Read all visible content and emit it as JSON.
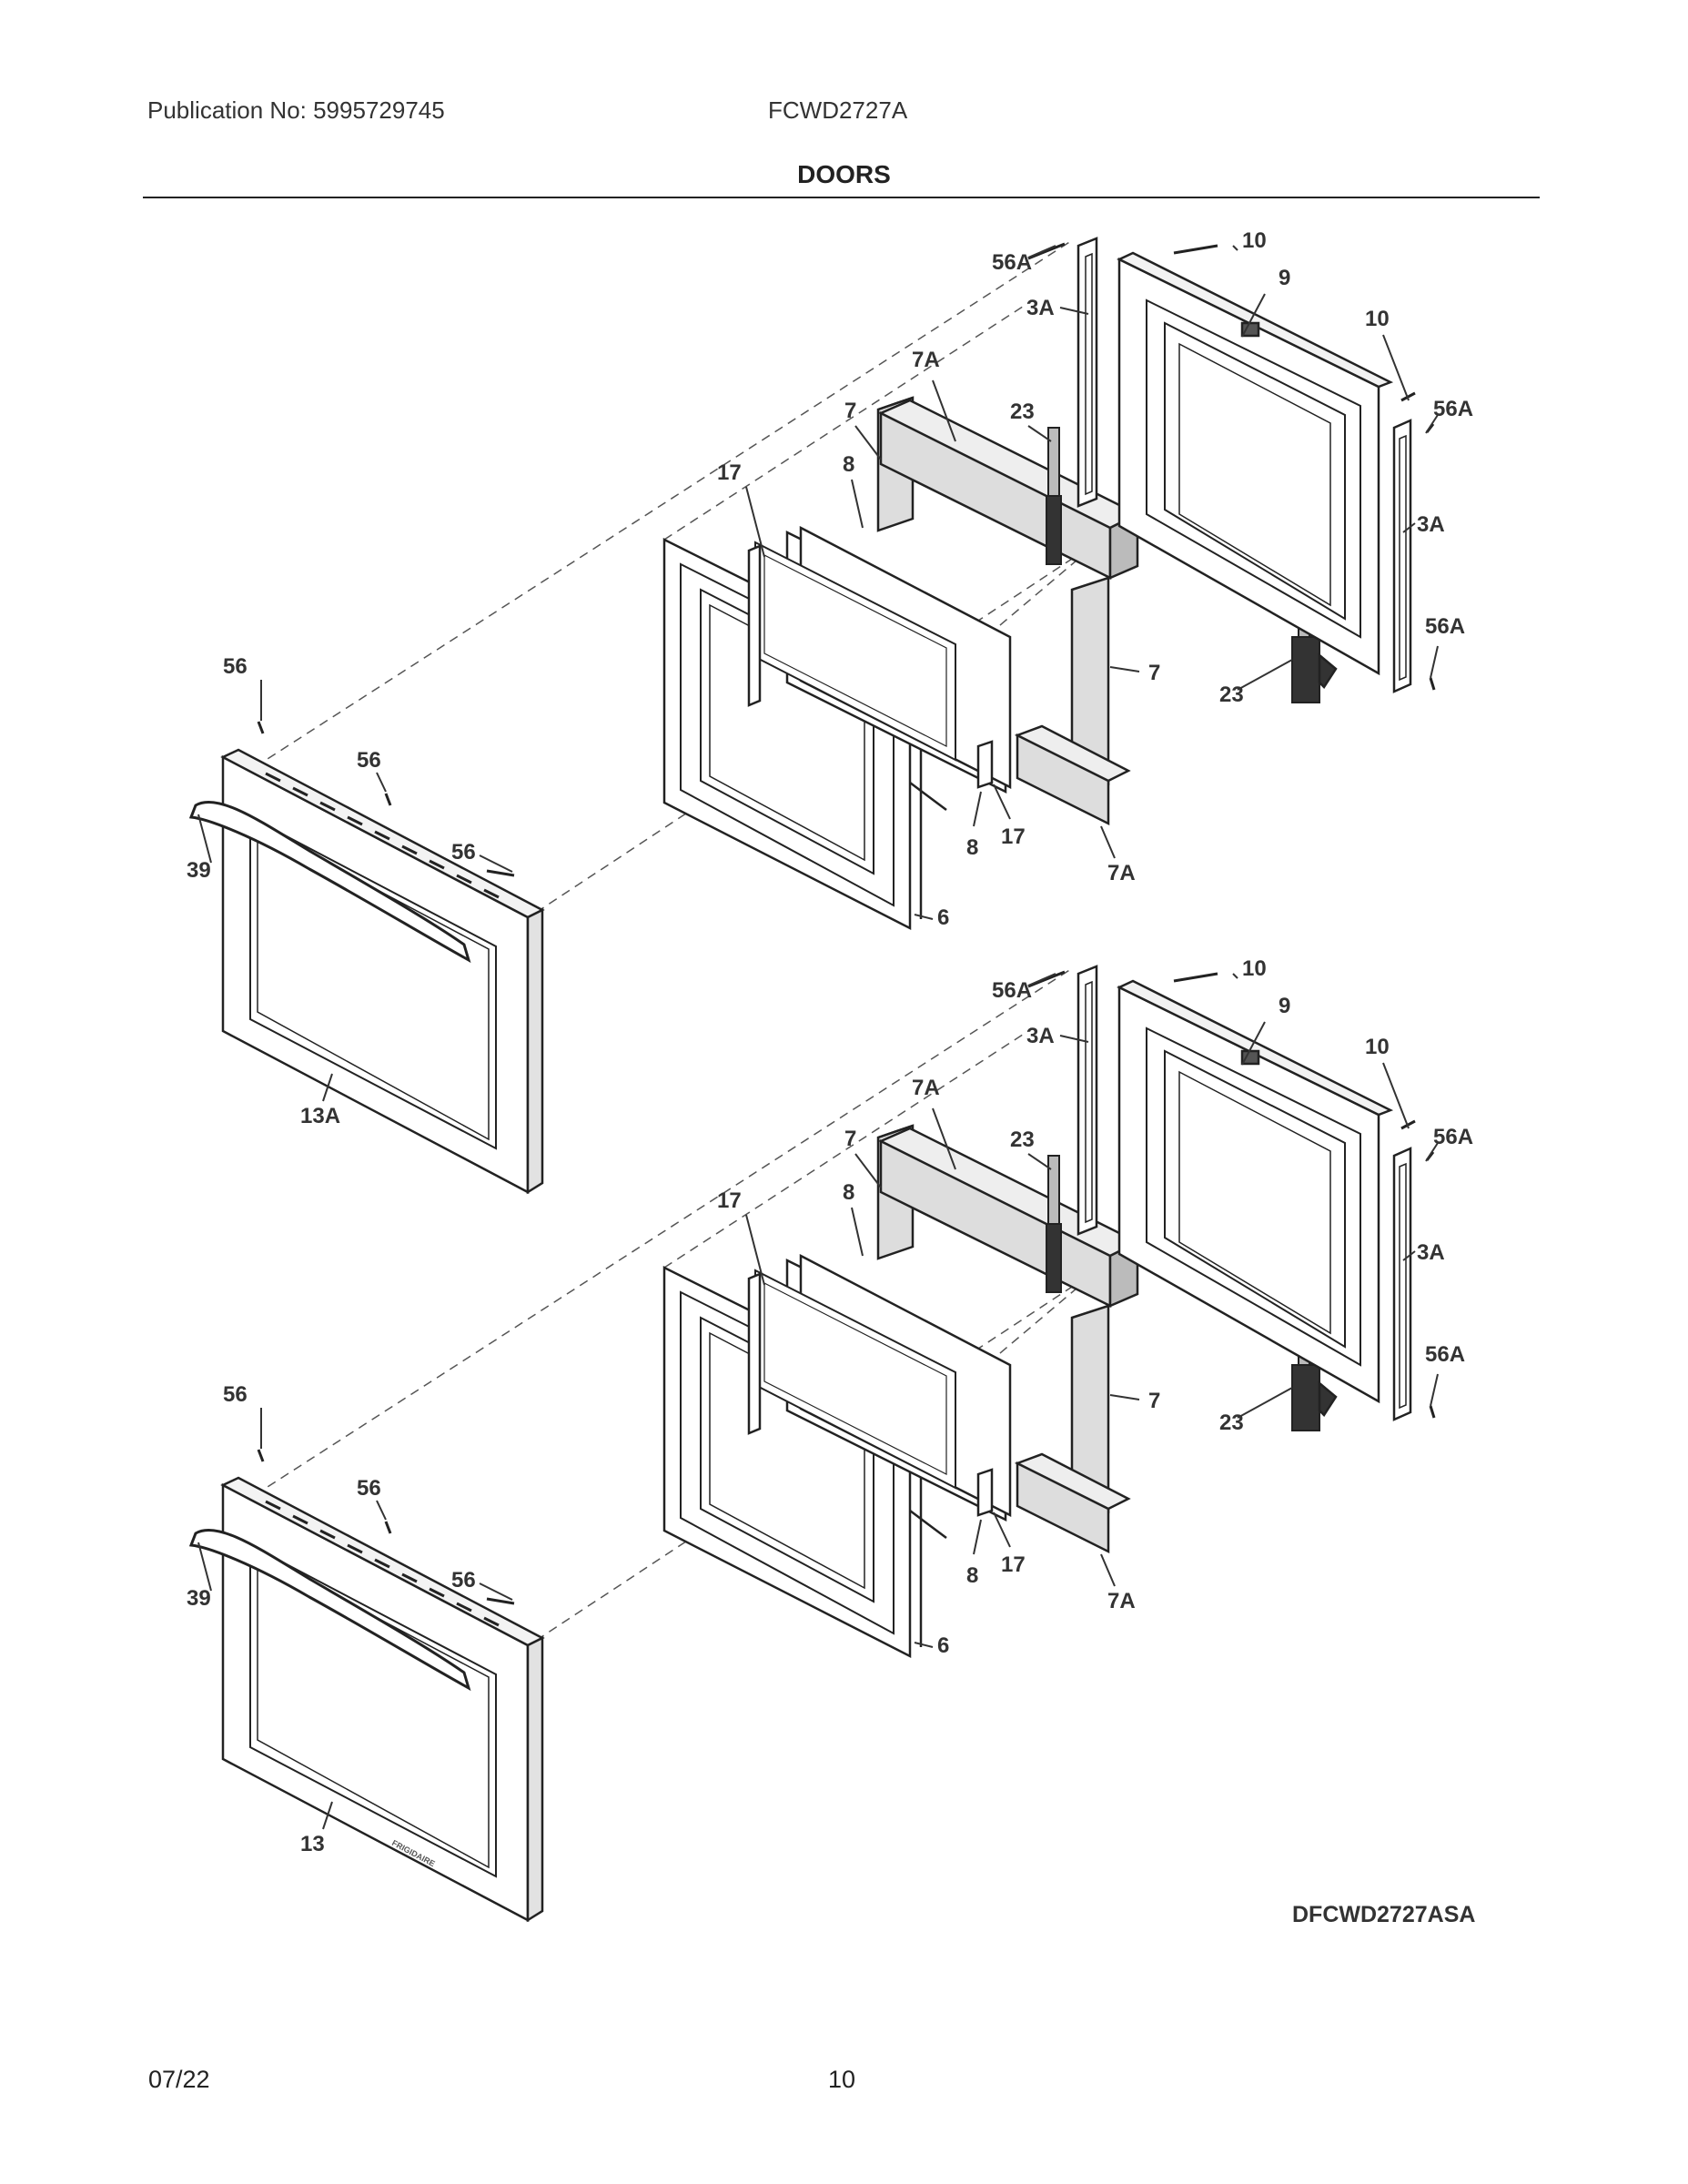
{
  "header": {
    "publication": "Publication No: 5995729745",
    "model": "FCWD2727A",
    "section_title": "DOORS"
  },
  "diagram": {
    "code": "DFCWD2727ASA",
    "brand_mark": "FRIGIDAIRE",
    "callouts": {
      "top": [
        "56A",
        "10",
        "9",
        "3A",
        "10",
        "56A",
        "7A",
        "7",
        "23",
        "17",
        "8",
        "3A",
        "56A",
        "7",
        "23",
        "56",
        "56",
        "56",
        "39",
        "8",
        "17",
        "7A",
        "6",
        "13A"
      ],
      "bottom": [
        "56A",
        "10",
        "9",
        "3A",
        "10",
        "56A",
        "7A",
        "7",
        "23",
        "17",
        "8",
        "3A",
        "56A",
        "7",
        "23",
        "56",
        "56",
        "56",
        "39",
        "8",
        "17",
        "7A",
        "6",
        "13"
      ]
    }
  },
  "footer": {
    "date": "07/22",
    "page_number": "10"
  }
}
